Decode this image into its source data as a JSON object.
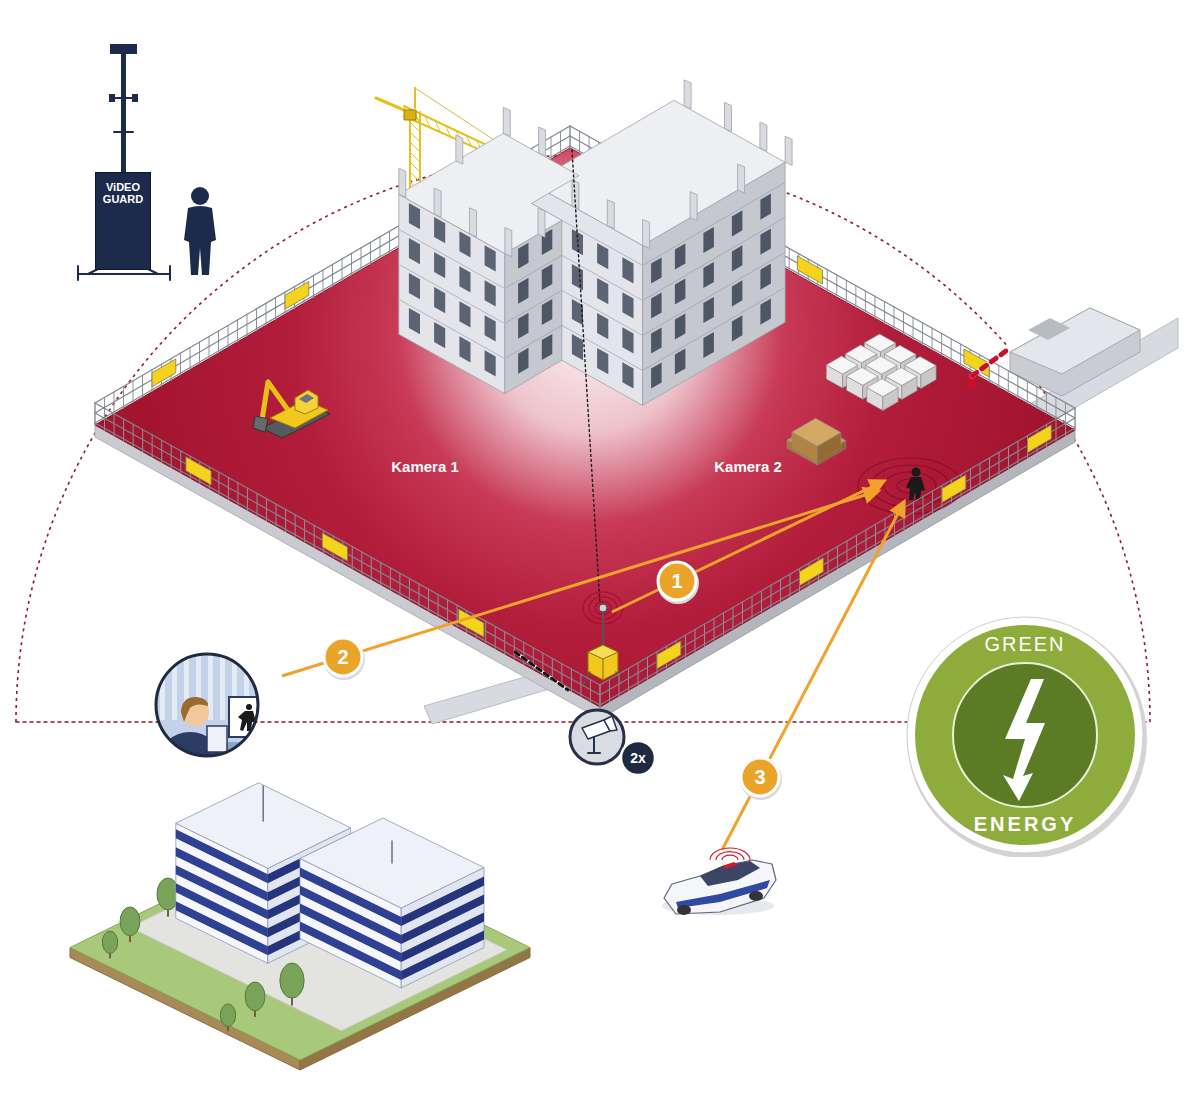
{
  "diagram": {
    "nodes": [
      {
        "text": [
          "ViDEO GUARD"
        ]
      },
      {
        "text": [
          "GREEN",
          "ENERGY"
        ]
      }
    ],
    "labels": [
      "Kamera 1",
      "Kamera 2",
      "1",
      "2",
      "3",
      "2x"
    ]
  }
}
